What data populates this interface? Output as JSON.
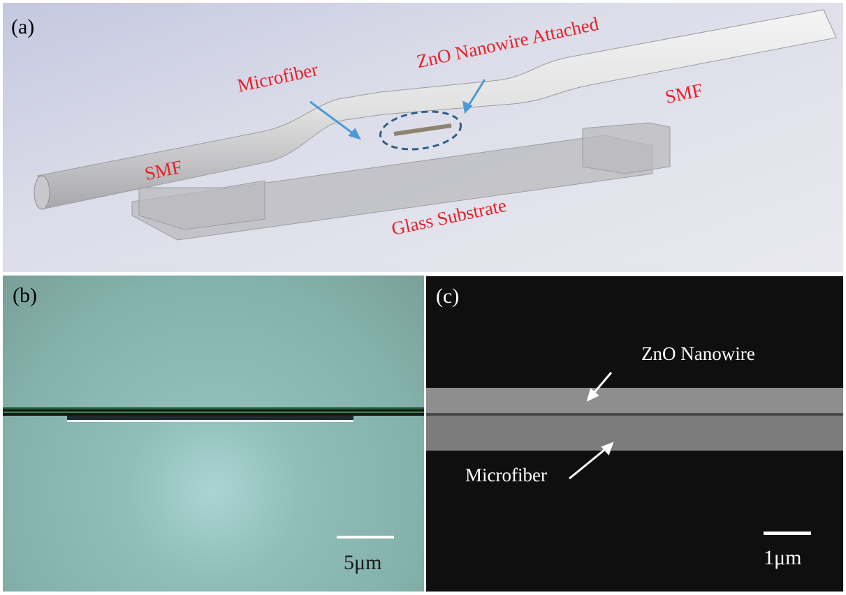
{
  "panel_a": {
    "label": "(a)",
    "smf_left": "SMF",
    "smf_right": "SMF",
    "microfiber": "Microfiber",
    "nanowire": "ZnO Nanowire Attached",
    "substrate": "Glass Substrate",
    "label_color": "#e8202a",
    "arrow_color": "#4a9ad8"
  },
  "panel_b": {
    "label": "(b)",
    "scale_bar": "5μm"
  },
  "panel_c": {
    "label": "(c)",
    "nanowire": "ZnO Nanowire",
    "microfiber": "Microfiber",
    "scale_bar": "1μm"
  }
}
